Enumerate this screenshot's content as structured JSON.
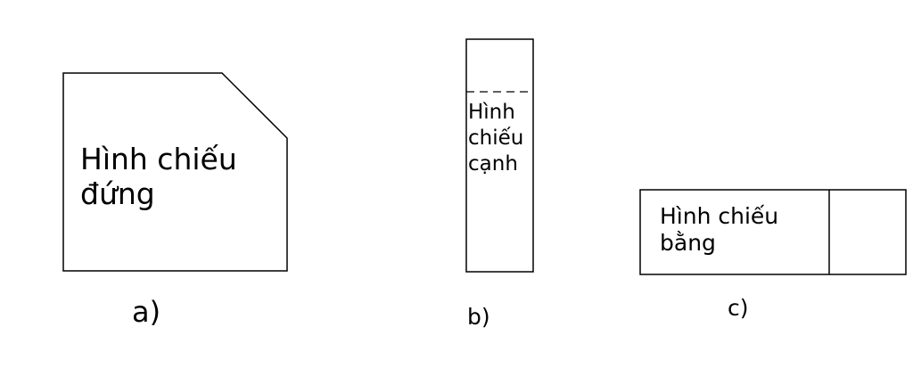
{
  "views": [
    {
      "id": "a",
      "label_lines": [
        "Hình chiếu",
        "đứng"
      ],
      "caption": "a)"
    },
    {
      "id": "b",
      "label_lines": [
        "Hình",
        "chiếu",
        "cạnh"
      ],
      "caption": "b)"
    },
    {
      "id": "c",
      "label_lines": [
        "Hình chiếu",
        "bằng"
      ],
      "caption": "c)"
    }
  ],
  "colors": {
    "stroke": "#000000",
    "background": "#ffffff"
  }
}
